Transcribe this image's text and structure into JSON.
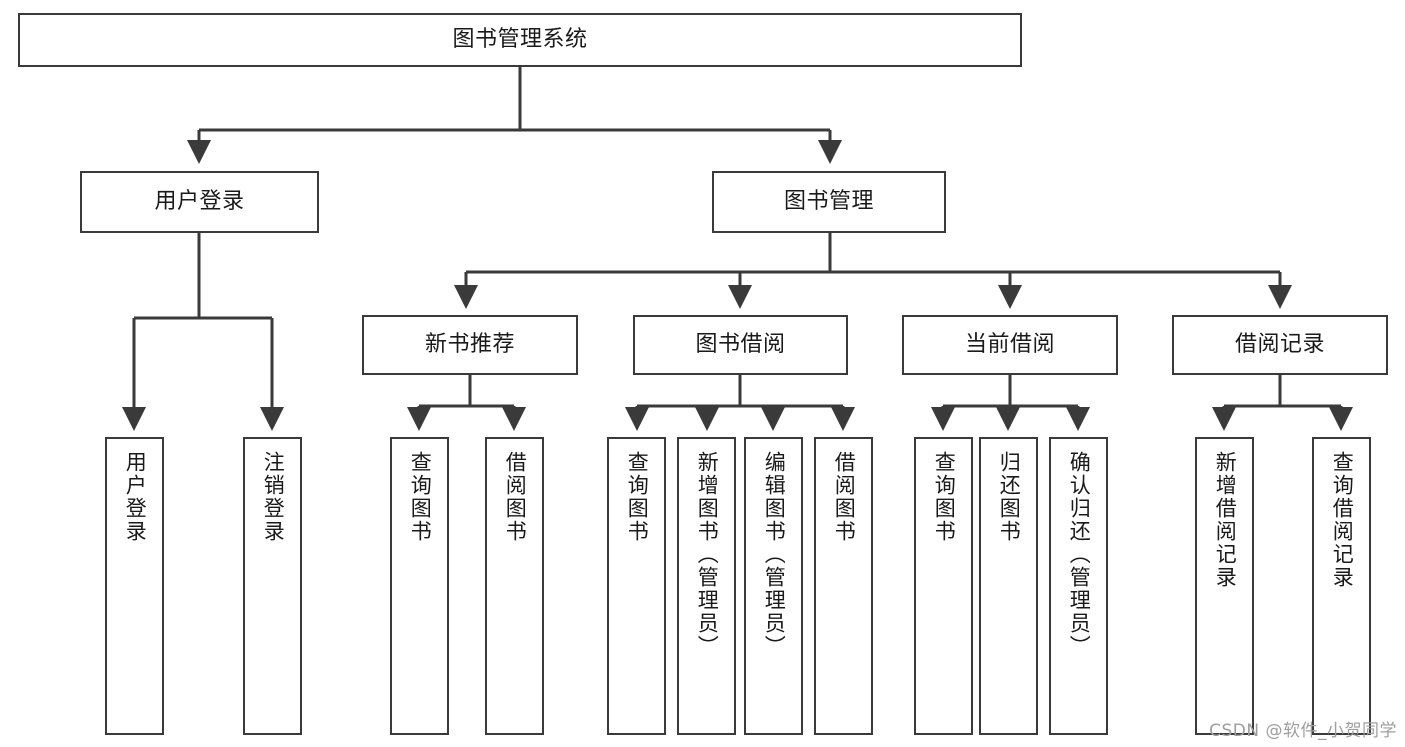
{
  "diagram": {
    "title": "图书管理系统",
    "colors": {
      "box_border": "#3a3a3a",
      "box_fill": "#ffffff",
      "edge": "#3a3a3a",
      "text": "#1a1a1a",
      "watermark": "#9e9e9e",
      "background": "#ffffff"
    },
    "watermark": "CSDN @软件_小贺同学"
  },
  "nodes": {
    "root": {
      "label": "图书管理系统"
    },
    "level1": [
      {
        "id": "user-login",
        "label": "用户登录"
      },
      {
        "id": "book-manage",
        "label": "图书管理"
      }
    ],
    "level2": [
      {
        "id": "new-book-recommend",
        "label": "新书推荐"
      },
      {
        "id": "book-borrow",
        "label": "图书借阅"
      },
      {
        "id": "current-borrow",
        "label": "当前借阅"
      },
      {
        "id": "borrow-record",
        "label": "借阅记录"
      }
    ],
    "leaves": {
      "user-login": [
        {
          "id": "leaf-user-login",
          "label": "用户登录"
        },
        {
          "id": "leaf-logout-login",
          "label": "注销登录"
        }
      ],
      "new-book-recommend": [
        {
          "id": "leaf-query-book-1",
          "label": "查询图书"
        },
        {
          "id": "leaf-borrow-book-1",
          "label": "借阅图书"
        }
      ],
      "book-borrow": [
        {
          "id": "leaf-query-book-2",
          "label": "查询图书"
        },
        {
          "id": "leaf-add-book",
          "label": "新增图书（管理员）"
        },
        {
          "id": "leaf-edit-book",
          "label": "编辑图书（管理员）"
        },
        {
          "id": "leaf-borrow-book-2",
          "label": "借阅图书"
        }
      ],
      "current-borrow": [
        {
          "id": "leaf-query-book-3",
          "label": "查询图书"
        },
        {
          "id": "leaf-return-book",
          "label": "归还图书"
        },
        {
          "id": "leaf-confirm-return",
          "label": "确认归还（管理员）"
        }
      ],
      "borrow-record": [
        {
          "id": "leaf-add-record",
          "label": "新增借阅记录"
        },
        {
          "id": "leaf-query-record",
          "label": "查询借阅记录"
        }
      ]
    }
  }
}
